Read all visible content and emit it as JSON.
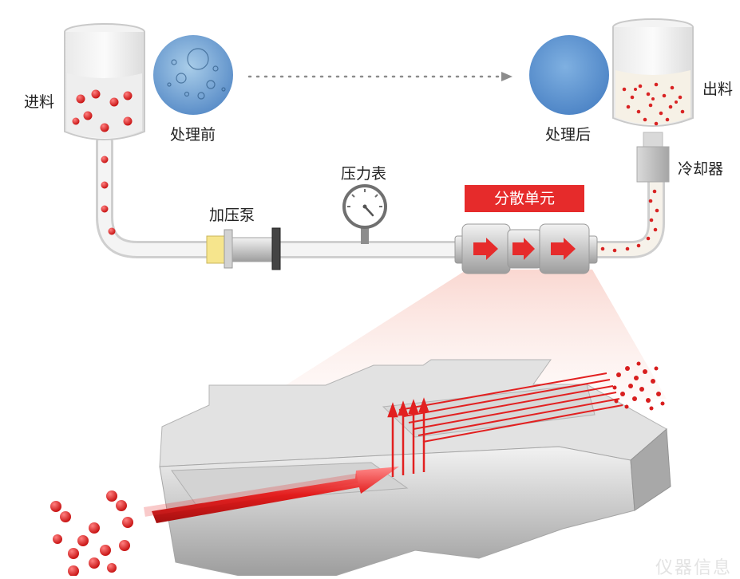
{
  "labels": {
    "feed": "进料",
    "before": "处理前",
    "after": "处理后",
    "output": "出料",
    "cooler": "冷却器",
    "pressure_gauge": "压力表",
    "pump": "加压泵",
    "dispersion_unit": "分散单元"
  },
  "watermark": "仪器信息",
  "colors": {
    "accent_red": "#e62b2b",
    "droplet_red": "#d81e1e",
    "metal_gray": "#b9bbbe",
    "pipe_gray": "#e8e8e8",
    "sample_blue": "#5d93cf",
    "pump_yellow": "#f6e58d"
  }
}
